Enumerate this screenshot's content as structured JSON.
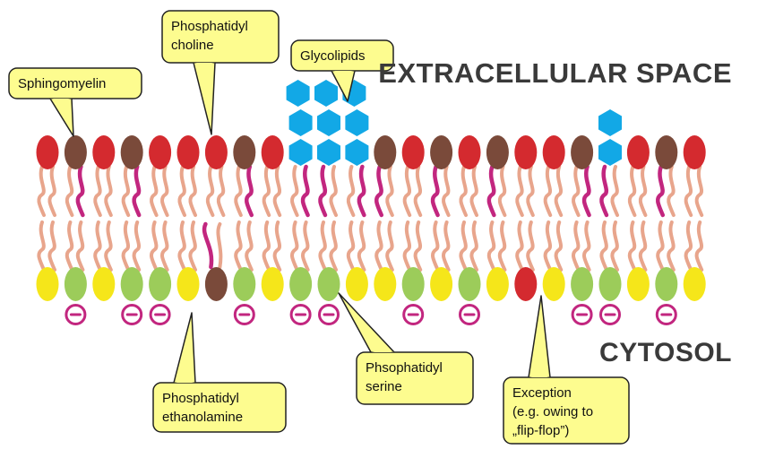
{
  "regions": {
    "extracellular": "EXTRACELLULAR SPACE",
    "cytosol": "CYTOSOL"
  },
  "callouts": {
    "sphingomyelin": [
      "Sphingomyelin"
    ],
    "phosphatidylcholine": [
      "Phosphatidyl",
      "choline"
    ],
    "glycolipids": [
      "Glycolipids"
    ],
    "phosphatidylethanolamine": [
      "Phosphatidyl",
      "ethanolamine"
    ],
    "phosphatidylserine": [
      "Phsophatidyl",
      "serine"
    ],
    "exception": [
      "Exception",
      "(e.g. owing to",
      "„flip-flop”)"
    ]
  },
  "negative_charge_symbol": "−",
  "colors": {
    "phosphatidylcholine_head": "#d42a2f",
    "sphingomyelin_head": "#7a4a3a",
    "glycolipid_sugar": "#12a8e6",
    "phosphatidylethanolamine_head": "#f5e61a",
    "phosphatidylserine_head": "#9ccc5a",
    "fatty_tail": "#e8a58c",
    "sphingosine_tail": "#c2267f",
    "negative_charge": "#c2267f",
    "callout_fill": "#fdfc8f",
    "callout_stroke": "#222222",
    "region_label": "#3a3a3a"
  },
  "outer_leaflet": [
    "PC",
    "SM",
    "PC",
    "SM",
    "PC",
    "PC",
    "PC",
    "SM",
    "PC",
    "GL",
    "GL",
    "GL",
    "SM",
    "PC",
    "SM",
    "PC",
    "SM",
    "PC",
    "PC",
    "SM",
    "GL",
    "PC",
    "SM",
    "PC"
  ],
  "inner_leaflet": [
    "PE",
    "PS",
    "PE",
    "PS",
    "PS",
    "PE",
    "SM",
    "PS",
    "PE",
    "PS",
    "PS",
    "PE",
    "PE",
    "PS",
    "PE",
    "PS",
    "PE",
    "PC",
    "PE",
    "PS",
    "PS",
    "PE",
    "PS",
    "PE"
  ],
  "glycolipid_sugar_counts": [
    3,
    3,
    3,
    2
  ]
}
